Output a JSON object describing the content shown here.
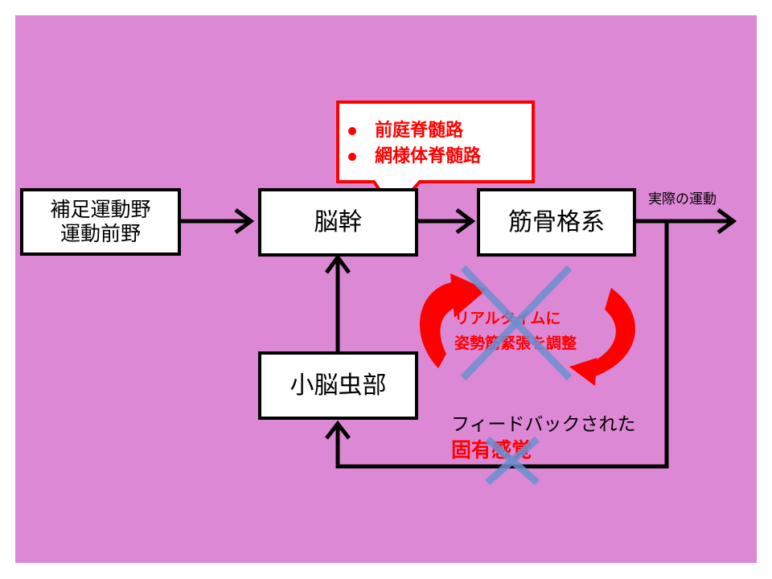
{
  "boxes": {
    "motor_cortex": {
      "line1": "補足運動野",
      "line2": "運動前野"
    },
    "brainstem": "脳幹",
    "musculoskeletal": "筋骨格系",
    "cerebellar_vermis": "小脳虫部"
  },
  "callout": {
    "item1": "前庭脊髄路",
    "item2": "網様体脊髄路"
  },
  "labels": {
    "output": "実際の運動",
    "cycle_line1": "リアルタイムに",
    "cycle_line2": "姿勢筋緊張を調整",
    "feedback_line1": "フィードバックされた",
    "feedback_line2": "固有感覚"
  },
  "colors": {
    "background": "#dd88d5",
    "emphasis": "#ff0000",
    "cross": "#6b8fcf"
  }
}
